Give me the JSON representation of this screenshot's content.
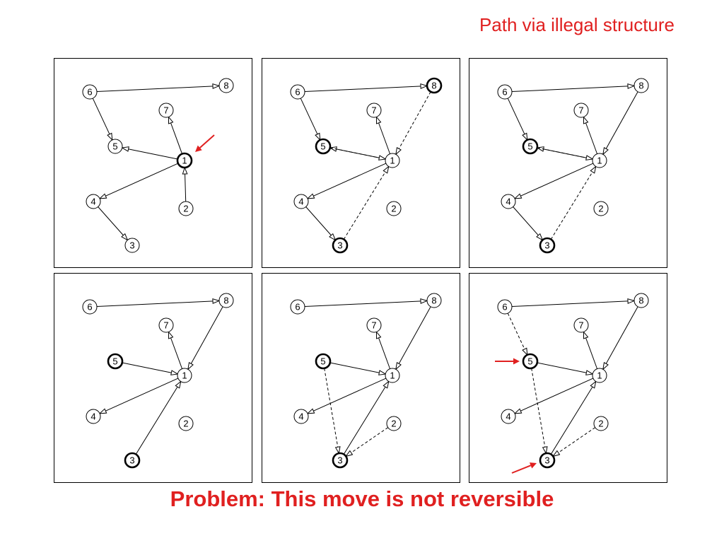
{
  "header": {
    "title": "Path via illegal structure"
  },
  "footer": {
    "title": "Problem: This move is not reversible"
  },
  "colors": {
    "accent": "#e02020",
    "ink": "#000000"
  },
  "panels": [
    {
      "nodes": {
        "1": "1",
        "2": "2",
        "3": "3",
        "4": "4",
        "5": "5",
        "6": "6",
        "7": "7",
        "8": "8"
      },
      "bold_nodes": [
        "1"
      ],
      "edges": [
        {
          "from": "6",
          "to": "8",
          "style": "solid"
        },
        {
          "from": "6",
          "to": "5",
          "style": "solid"
        },
        {
          "from": "1",
          "to": "5",
          "style": "solid"
        },
        {
          "from": "1",
          "to": "7",
          "style": "solid"
        },
        {
          "from": "1",
          "to": "4",
          "style": "solid"
        },
        {
          "from": "2",
          "to": "1",
          "style": "solid"
        },
        {
          "from": "4",
          "to": "3",
          "style": "solid"
        }
      ],
      "red_arrows": [
        "1"
      ]
    },
    {
      "nodes": {
        "1": "1",
        "2": "2",
        "3": "3",
        "4": "4",
        "5": "5",
        "6": "6",
        "7": "7",
        "8": "8"
      },
      "bold_nodes": [
        "8",
        "5",
        "3"
      ],
      "edges": [
        {
          "from": "6",
          "to": "8",
          "style": "solid"
        },
        {
          "from": "6",
          "to": "5",
          "style": "solid"
        },
        {
          "from": "1",
          "to": "5",
          "style": "solid"
        },
        {
          "from": "5",
          "to": "1",
          "style": "dashed"
        },
        {
          "from": "1",
          "to": "7",
          "style": "solid"
        },
        {
          "from": "1",
          "to": "4",
          "style": "solid"
        },
        {
          "from": "4",
          "to": "3",
          "style": "solid"
        },
        {
          "from": "8",
          "to": "1",
          "style": "dashed"
        },
        {
          "from": "3",
          "to": "1",
          "style": "dashed"
        }
      ],
      "red_arrows": []
    },
    {
      "nodes": {
        "1": "1",
        "2": "2",
        "3": "3",
        "4": "4",
        "5": "5",
        "6": "6",
        "7": "7",
        "8": "8"
      },
      "bold_nodes": [
        "5",
        "3"
      ],
      "edges": [
        {
          "from": "6",
          "to": "8",
          "style": "solid"
        },
        {
          "from": "6",
          "to": "5",
          "style": "solid"
        },
        {
          "from": "1",
          "to": "5",
          "style": "solid"
        },
        {
          "from": "5",
          "to": "1",
          "style": "dashed"
        },
        {
          "from": "1",
          "to": "7",
          "style": "solid"
        },
        {
          "from": "1",
          "to": "4",
          "style": "solid"
        },
        {
          "from": "4",
          "to": "3",
          "style": "solid"
        },
        {
          "from": "8",
          "to": "1",
          "style": "solid"
        },
        {
          "from": "3",
          "to": "1",
          "style": "dashed"
        }
      ],
      "red_arrows": []
    },
    {
      "nodes": {
        "1": "1",
        "2": "2",
        "3": "3",
        "4": "4",
        "5": "5",
        "6": "6",
        "7": "7",
        "8": "8"
      },
      "bold_nodes": [
        "5",
        "3"
      ],
      "edges": [
        {
          "from": "6",
          "to": "8",
          "style": "solid"
        },
        {
          "from": "5",
          "to": "1",
          "style": "solid"
        },
        {
          "from": "1",
          "to": "7",
          "style": "solid"
        },
        {
          "from": "1",
          "to": "4",
          "style": "solid"
        },
        {
          "from": "8",
          "to": "1",
          "style": "solid"
        },
        {
          "from": "3",
          "to": "1",
          "style": "solid"
        }
      ],
      "red_arrows": []
    },
    {
      "nodes": {
        "1": "1",
        "2": "2",
        "3": "3",
        "4": "4",
        "5": "5",
        "6": "6",
        "7": "7",
        "8": "8"
      },
      "bold_nodes": [
        "5",
        "3"
      ],
      "edges": [
        {
          "from": "6",
          "to": "8",
          "style": "solid"
        },
        {
          "from": "5",
          "to": "1",
          "style": "solid"
        },
        {
          "from": "1",
          "to": "7",
          "style": "solid"
        },
        {
          "from": "1",
          "to": "4",
          "style": "solid"
        },
        {
          "from": "8",
          "to": "1",
          "style": "solid"
        },
        {
          "from": "3",
          "to": "1",
          "style": "solid"
        },
        {
          "from": "5",
          "to": "3",
          "style": "dashed"
        },
        {
          "from": "2",
          "to": "3",
          "style": "dashed"
        }
      ],
      "red_arrows": []
    },
    {
      "nodes": {
        "1": "1",
        "2": "2",
        "3": "3",
        "4": "4",
        "5": "5",
        "6": "6",
        "7": "7",
        "8": "8"
      },
      "bold_nodes": [
        "5",
        "3"
      ],
      "edges": [
        {
          "from": "6",
          "to": "8",
          "style": "solid"
        },
        {
          "from": "6",
          "to": "5",
          "style": "dashed"
        },
        {
          "from": "5",
          "to": "1",
          "style": "solid"
        },
        {
          "from": "1",
          "to": "7",
          "style": "solid"
        },
        {
          "from": "1",
          "to": "4",
          "style": "solid"
        },
        {
          "from": "8",
          "to": "1",
          "style": "solid"
        },
        {
          "from": "3",
          "to": "1",
          "style": "solid"
        },
        {
          "from": "5",
          "to": "3",
          "style": "dashed"
        },
        {
          "from": "2",
          "to": "3",
          "style": "dashed"
        }
      ],
      "red_arrows": [
        "5",
        "3"
      ]
    }
  ]
}
